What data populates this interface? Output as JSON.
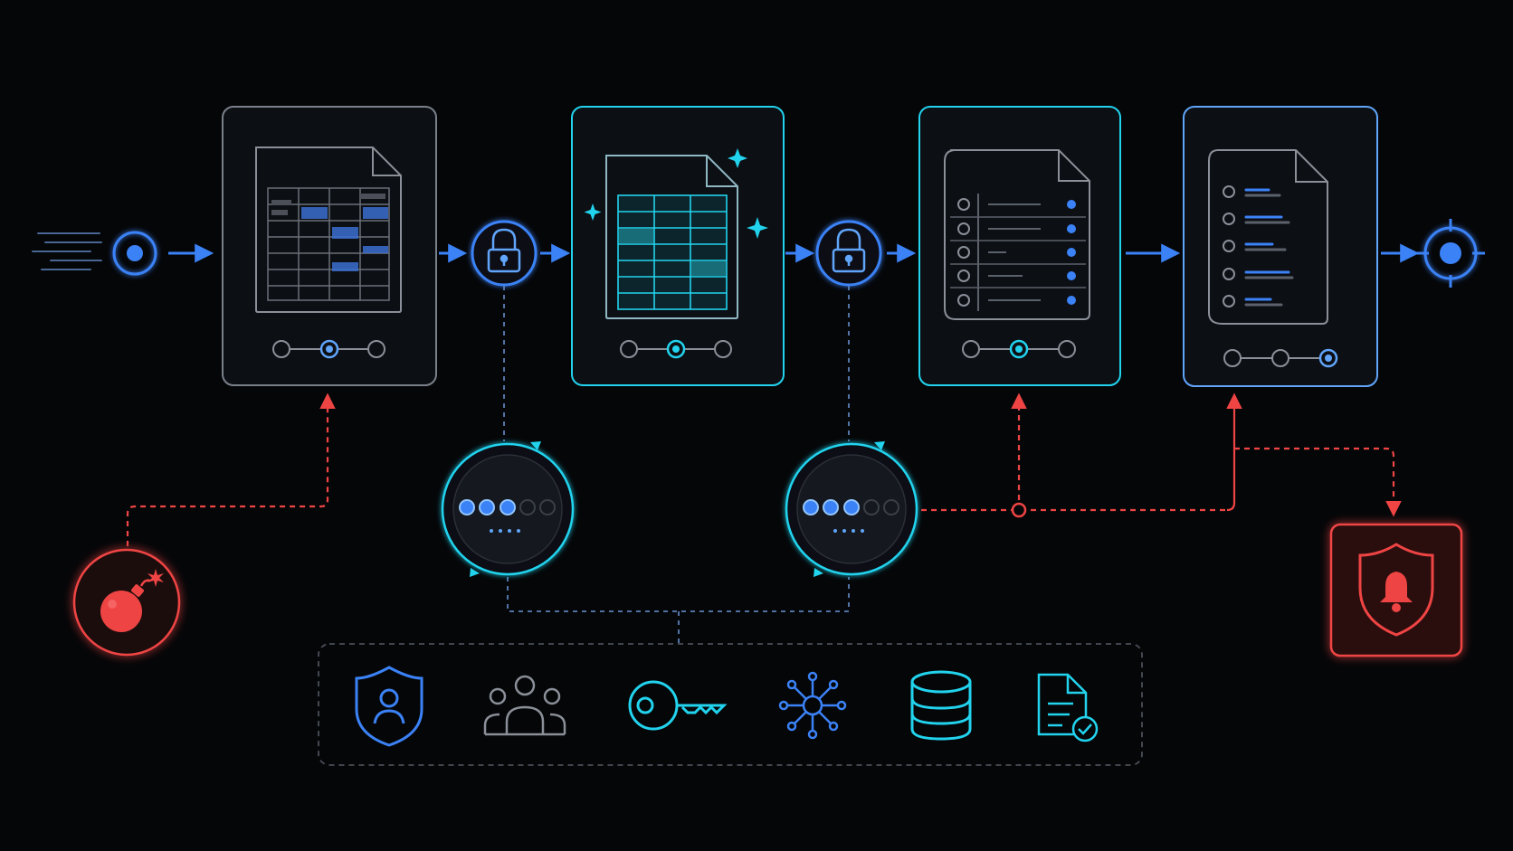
{
  "diagram": {
    "colors": {
      "background": "#050608",
      "blue": "#3b82f6",
      "blue_light": "#60a5fa",
      "cyan": "#22d3ee",
      "cyan_soft": "#2ec8e0",
      "gray": "#8a8f98",
      "gray_dim": "#5b616b",
      "red": "#ef4444",
      "red_soft": "#f05a5a",
      "card_fill": "#0c0f14"
    },
    "stages": [
      {
        "id": "raw-spreadsheet",
        "icon": "spreadsheet-document-icon",
        "border": "gray",
        "progress_active": 1
      },
      {
        "id": "clean-spreadsheet",
        "icon": "highlighted-spreadsheet-document-icon",
        "border": "cyan",
        "progress_active": 1
      },
      {
        "id": "checklist-document",
        "icon": "checklist-document-icon",
        "border": "cyan",
        "progress_active": 1
      },
      {
        "id": "report-document",
        "icon": "list-document-icon",
        "border": "blue",
        "progress_active": 2
      }
    ],
    "locks": [
      {
        "id": "lock-1",
        "icon": "padlock-icon"
      },
      {
        "id": "lock-2",
        "icon": "padlock-icon"
      }
    ],
    "password_cycles": [
      {
        "id": "password-cycle-1",
        "filled_dots": 3,
        "total_dots": 5
      },
      {
        "id": "password-cycle-2",
        "filled_dots": 3,
        "total_dots": 5
      }
    ],
    "threat_source": {
      "icon": "bomb-icon"
    },
    "alert": {
      "icon": "shield-alarm-icon"
    },
    "toolbar_icons": [
      {
        "name": "user-shield-icon",
        "color": "blue"
      },
      {
        "name": "user-group-icon",
        "color": "gray"
      },
      {
        "name": "key-icon",
        "color": "cyan"
      },
      {
        "name": "network-hub-icon",
        "color": "blue"
      },
      {
        "name": "database-icon",
        "color": "cyan"
      },
      {
        "name": "verified-document-icon",
        "color": "cyan"
      }
    ]
  }
}
